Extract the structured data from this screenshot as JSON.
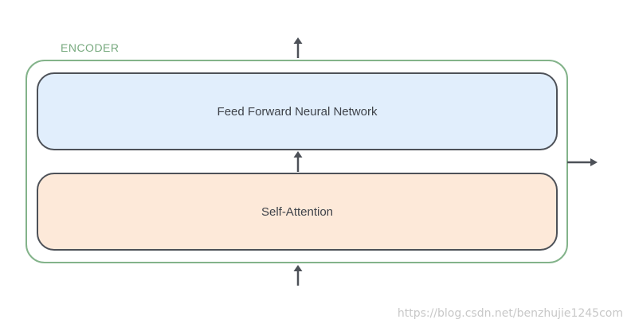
{
  "encoder": {
    "label": "ENCODER",
    "frame_color": "#83b38a"
  },
  "layers": {
    "feed_forward": {
      "label": "Feed Forward Neural Network",
      "fill": "#e1eefc"
    },
    "self_attention": {
      "label": "Self-Attention",
      "fill": "#fde9d9"
    }
  },
  "arrows": {
    "color": "#4d5158",
    "items": [
      "input-arrow-up",
      "between-layers-arrow-up",
      "output-arrow-up",
      "output-arrow-right"
    ]
  },
  "watermark": {
    "text": "https://blog.csdn.net/benzhujie1245com"
  }
}
